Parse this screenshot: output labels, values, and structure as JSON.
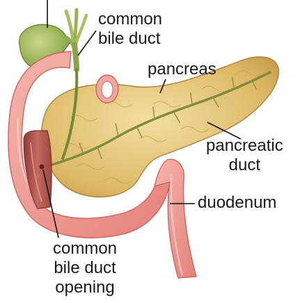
{
  "labels": {
    "common_bile_duct": [
      "common",
      "bile duct"
    ],
    "pancreas": "pancreas",
    "pancreatic_duct": [
      "pancreatic",
      "duct"
    ],
    "duodenum": "duodenum",
    "common_bile_duct_opening": [
      "common",
      "bile duct",
      "opening"
    ]
  },
  "colors": {
    "gallbladder": "#8fae4a",
    "pancreas": "#d9b560",
    "duodenum": "#ef9a92",
    "duct": "#7e8a3c",
    "leader_line": "#111111"
  }
}
